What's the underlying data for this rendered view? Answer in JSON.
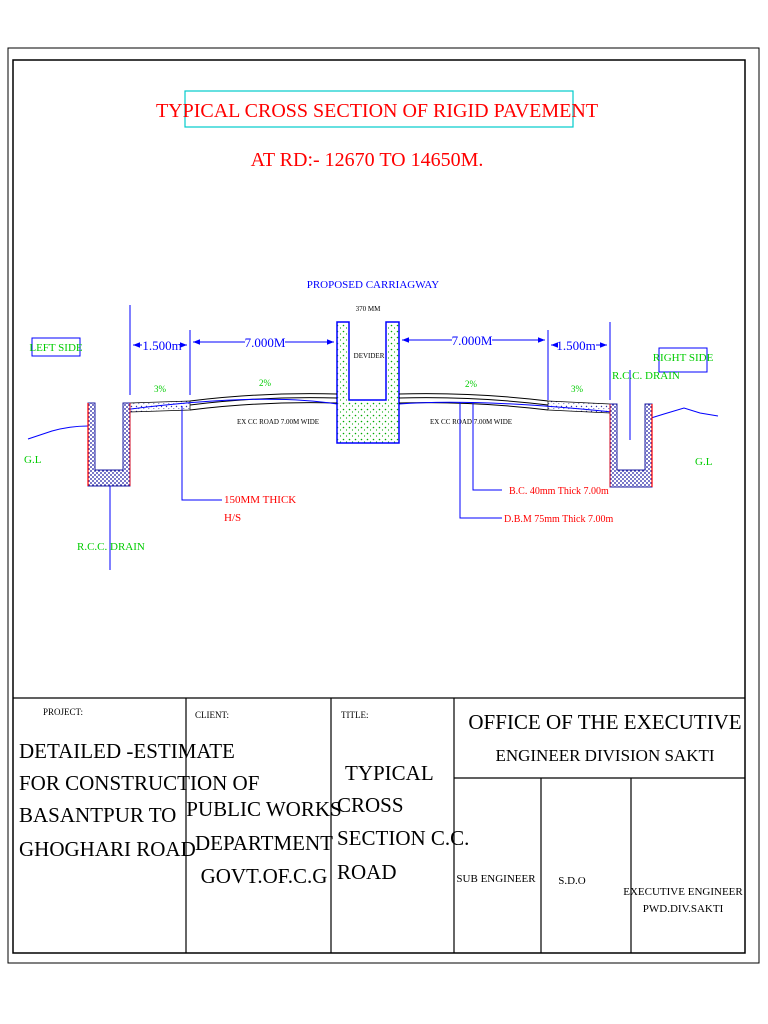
{
  "drawing": {
    "title": "TYPICAL CROSS SECTION OF RIGID PAVEMENT",
    "subtitle": "AT RD:- 12670 TO 14650M.",
    "proposed_carriageway": "PROPOSED CARRIAGWAY",
    "divider_width": "370 MM",
    "divider": "DEVIDER",
    "left_side": "LEFT SIDE",
    "right_side": "RIGHT SIDE",
    "dim_left_shoulder": "1.500m",
    "dim_left_carriageway": "7.000M",
    "dim_right_carriageway": "7.000M",
    "dim_right_shoulder": "1.500m",
    "slope_left_shoulder": "3%",
    "slope_left_carriageway": "2%",
    "slope_right_carriageway": "2%",
    "slope_right_shoulder": "3%",
    "ex_road_left": "EX CC ROAD 7.00M WIDE",
    "ex_road_right": "EX CC ROAD 7.00M WIDE",
    "rcc_drain_left": "R.C.C. DRAIN",
    "rcc_drain_right": "R.C.C. DRAIN",
    "gl_left": "G.L",
    "gl_right": "G.L",
    "hs_line1": "150MM THICK",
    "hs_line2": "H/S",
    "bc_layer": "B.C. 40mm Thick 7.00m",
    "dbm_layer": "D.B.M 75mm Thick 7.00m"
  },
  "title_block": {
    "project_label": "PROJECT:",
    "project_lines": [
      "DETAILED -ESTIMATE",
      "FOR CONSTRUCTION OF",
      "BASANTPUR TO",
      "GHOGHARI ROAD"
    ],
    "client_label": "CLIENT:",
    "client_lines": [
      "PUBLIC WORKS",
      "DEPARTMENT",
      "GOVT.OF.C.G"
    ],
    "title_label": "TITLE:",
    "title_lines": [
      "TYPICAL",
      "CROSS",
      "SECTION C.C.",
      "ROAD"
    ],
    "office_line1": "OFFICE OF THE EXECUTIVE",
    "office_line2": "ENGINEER DIVISION SAKTI",
    "sub_engineer": "SUB ENGINEER",
    "sdo": "S.D.O",
    "exec_engineer_line1": "EXECUTIVE ENGINEER",
    "exec_engineer_line2": "PWD.DIV.SAKTI"
  },
  "colors": {
    "title": "#ff0000",
    "dimension": "#0000ff",
    "callout": "#00cc00",
    "drain_fill": "#1a1aa0",
    "title_box": "#00cccc"
  }
}
